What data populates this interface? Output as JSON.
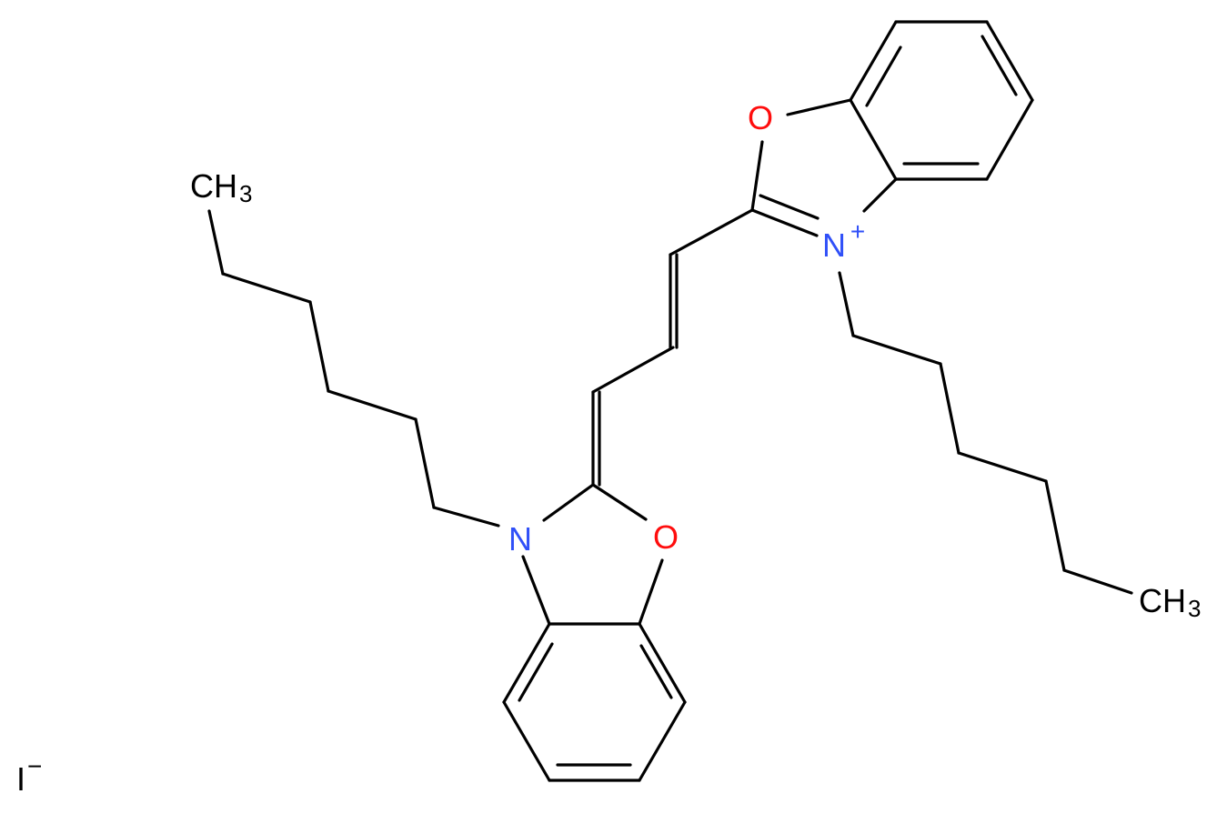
{
  "atoms": {
    "o_top": {
      "symbol": "O",
      "color": "#ff0d0d"
    },
    "n_top": {
      "symbol": "N",
      "charge": "+",
      "color": "#3050f8"
    },
    "o_bottom": {
      "symbol": "O",
      "color": "#ff0d0d"
    },
    "n_bottom": {
      "symbol": "N",
      "color": "#3050f8"
    },
    "ch3_left": {
      "symbol": "CH",
      "subscript": "3",
      "color": "#000000"
    },
    "ch3_right": {
      "symbol": "CH",
      "subscript": "3",
      "color": "#000000"
    }
  },
  "counterion": {
    "symbol": "I",
    "charge": "−",
    "color": "#000000"
  }
}
